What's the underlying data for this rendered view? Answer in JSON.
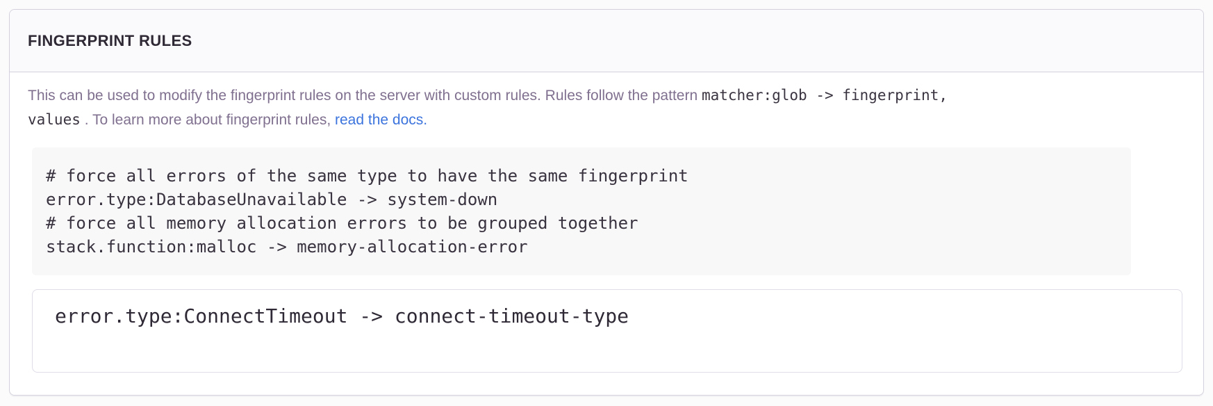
{
  "panel": {
    "title": "FINGERPRINT RULES",
    "description": {
      "intro": "This can be used to modify the fingerprint rules on the server with custom rules. Rules follow the pattern ",
      "pattern_code": "matcher:glob -> fingerprint,",
      "values_code": "values",
      "after_values": " . To learn more about fingerprint rules, ",
      "link_label": "read the docs."
    },
    "example_block": {
      "lines": [
        "# force all errors of the same type to have the same fingerprint",
        "error.type:DatabaseUnavailable -> system-down",
        "# force all memory allocation errors to be grouped together",
        "stack.function:malloc -> memory-allocation-error"
      ]
    },
    "input": {
      "value": "error.type:ConnectTimeout -> connect-timeout-type"
    }
  },
  "colors": {
    "link_blue": "#3c74dd",
    "heading_text": "#2f2936",
    "description_text": "#80708f",
    "code_text": "#3a3340",
    "panel_border": "#d4d0dc",
    "header_background": "#faf9fb",
    "pre_background": "#f8f8f9",
    "input_border": "#e0dce8"
  }
}
